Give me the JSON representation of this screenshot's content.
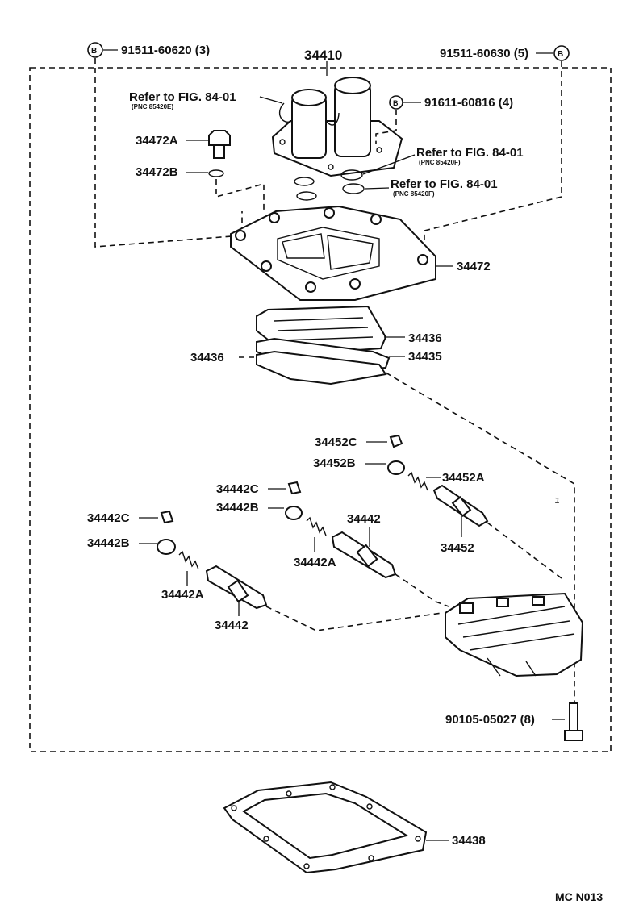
{
  "figure": {
    "assembly_number": "34410",
    "code": "MC N013"
  },
  "callouts": {
    "left_bolt": "91511-60620 (3)",
    "right_bolt": "91511-60630 (5)",
    "solenoid_bolt": "91611-60816 (4)",
    "body_bolt": "90105-05027 (8)",
    "marker": "B",
    "refer_1": "Refer to FIG. 84-01",
    "refer_1_pnc": "(PNC 85420E)",
    "refer_2": "Refer to FIG. 84-01",
    "refer_2_pnc": "(PNC 85420F)",
    "refer_3": "Refer to FIG. 84-01",
    "refer_3_pnc": "(PNC 85420F)",
    "p_34472A": "34472A",
    "p_34472B": "34472B",
    "p_34472": "34472",
    "p_34436_right": "34436",
    "p_34436_left": "34436",
    "p_34435": "34435",
    "p_34452C": "34452C",
    "p_34452B": "34452B",
    "p_34452A": "34452A",
    "p_34452": "34452",
    "p_34442C_mid": "34442C",
    "p_34442B_mid": "34442B",
    "p_34442_mid": "34442",
    "p_34442A_mid": "34442A",
    "p_34442C_left": "34442C",
    "p_34442B_left": "34442B",
    "p_34442A_left": "34442A",
    "p_34442_left": "34442",
    "p_34438": "34438"
  },
  "colors": {
    "ink": "#111111",
    "paper": "#ffffff"
  }
}
